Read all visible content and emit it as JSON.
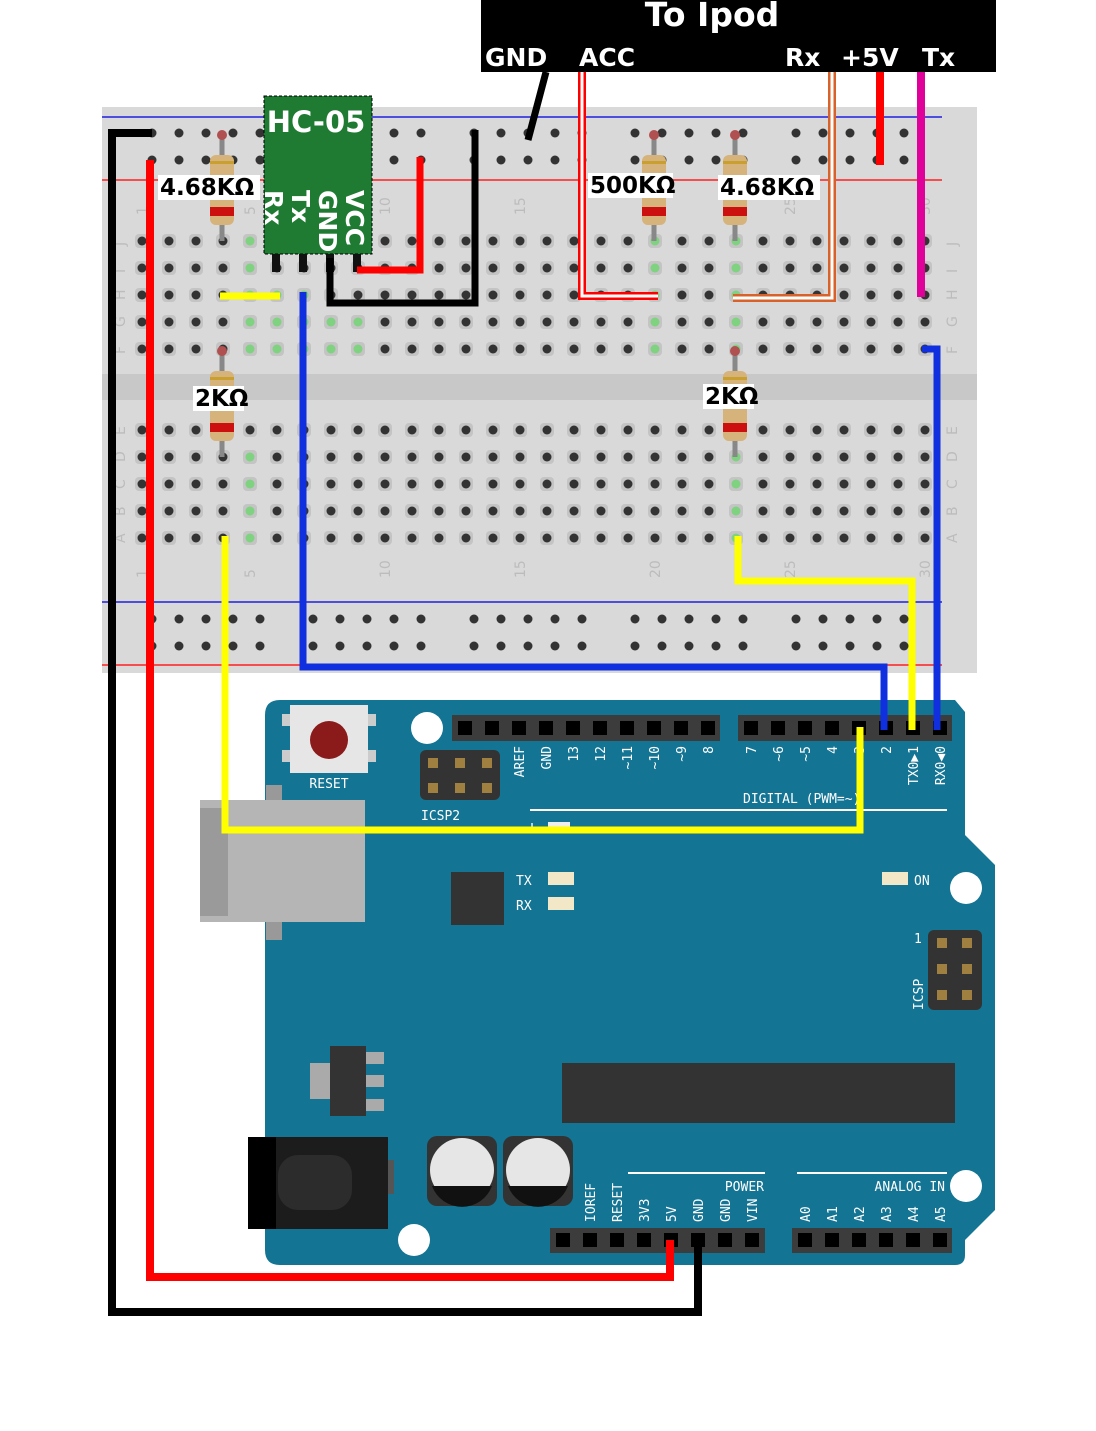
{
  "ipod": {
    "title": "To Ipod",
    "pins": [
      "GND",
      "ACC",
      "Rx",
      "+5V",
      "Tx"
    ]
  },
  "module": {
    "name": "HC-05",
    "pins": [
      "VCC",
      "GND",
      "Tx",
      "Rx"
    ]
  },
  "resistors": [
    "4.68KΩ",
    "500KΩ",
    "4.68KΩ",
    "2KΩ",
    "2KΩ"
  ],
  "breadboard": {
    "columns": [
      "1",
      "5",
      "10",
      "15",
      "20",
      "25",
      "30"
    ],
    "rows_top": [
      "J",
      "I",
      "H",
      "G",
      "F"
    ],
    "rows_bottom": [
      "E",
      "D",
      "C",
      "B",
      "A"
    ]
  },
  "arduino": {
    "reset": "RESET",
    "icsp2": "ICSP2",
    "icsp": "ICSP",
    "icsp_pin1": "1",
    "tx": "TX",
    "rx": "RX",
    "l": "L",
    "on": "ON",
    "digital_label": "DIGITAL (PWM=~)",
    "digital_pins_left": [
      "AREF",
      "GND",
      "13",
      "12",
      "~11",
      "~10",
      "~9",
      "8"
    ],
    "digital_pins_right": [
      "7",
      "~6",
      "~5",
      "4",
      "~3",
      "2",
      "TX0▶1",
      "RX0◀0"
    ],
    "power_label": "POWER",
    "power_pins": [
      "IOREF",
      "RESET",
      "3V3",
      "5V",
      "GND",
      "GND",
      "VIN"
    ],
    "analog_label": "ANALOG IN",
    "analog_pins": [
      "A0",
      "A1",
      "A2",
      "A3",
      "A4",
      "A5"
    ]
  },
  "colors": {
    "board": "#137494",
    "breadboard": "#d9d9d9",
    "module": "#1f7a32",
    "wire_red": "#ff0000",
    "wire_black": "#000000",
    "wire_blue": "#1030e0",
    "wire_yellow": "#ffff00",
    "wire_magenta": "#e0009a",
    "wire_orange": "#d9622b"
  }
}
